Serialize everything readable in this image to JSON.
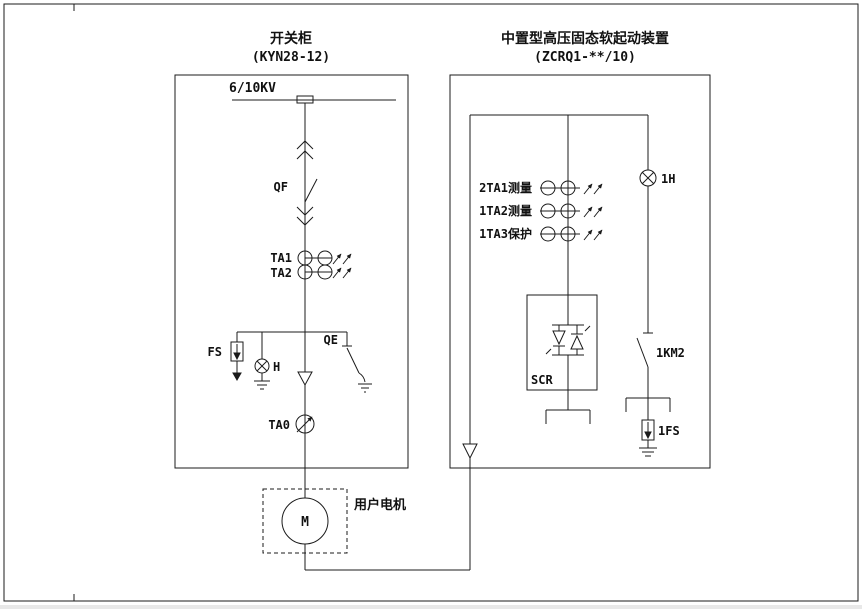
{
  "page": {
    "background": "#ffffff",
    "line_color": "#1b1b1b"
  },
  "left_panel": {
    "title": "开关柜",
    "subtitle": "(KYN28-12)",
    "voltage_label": "6/10KV",
    "labels": {
      "qf": "QF",
      "ta1": "TA1",
      "ta2": "TA2",
      "fs": "FS",
      "h": "H",
      "qe": "QE",
      "ta0": "TA0"
    }
  },
  "right_panel": {
    "title": "中置型高压固态软起动装置",
    "subtitle": "(ZCRQ1-**/10)",
    "ct_rows": [
      "2TA1测量",
      "1TA2测量",
      "1TA3保护"
    ],
    "labels": {
      "lamp": "1H",
      "scr": "SCR",
      "km2": "1KM2",
      "fs": "1FS"
    }
  },
  "motor": {
    "symbol": "M",
    "label": "用户电机"
  }
}
